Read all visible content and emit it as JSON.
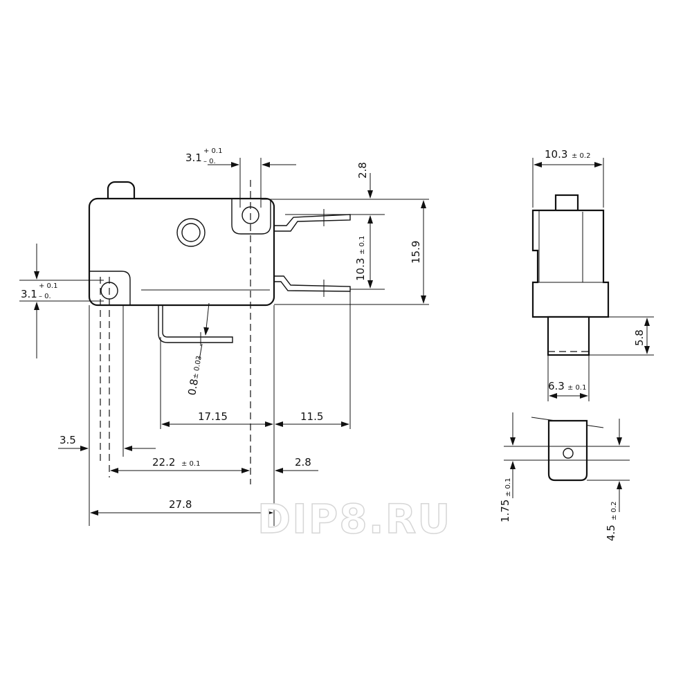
{
  "watermark": "DIP8.RU",
  "colors": {
    "line": "#111111",
    "watermark": "#d6d6d6",
    "background": "#ffffff"
  },
  "front_view": {
    "hole_top_main": "3.1",
    "hole_top_tol_plus": "+ 0.1",
    "hole_top_tol_minus": "– 0.",
    "offset_top": "2.8",
    "height_total": "15.9",
    "term_spacing": "10.3",
    "term_spacing_tol": "± 0.1",
    "hole_left_main": "3.1",
    "hole_left_tol_plus": "+ 0.1",
    "hole_left_tol_minus": "– 0.",
    "term_thickness": "0.8",
    "term_thickness_tol": "± 0.03",
    "dim_17_15": "17.15",
    "dim_11_5": "11.5",
    "dim_3_5": "3.5",
    "dim_22_2": "22.2",
    "dim_22_2_tol": "± 0.1",
    "dim_2_8": "2.8",
    "dim_27_8": "27.8"
  },
  "side_view": {
    "width": "10.3",
    "width_tol": "± 0.2",
    "term_length": "5.8",
    "term_width": "6.3",
    "term_width_tol": "± 0.1"
  },
  "terminal_detail": {
    "hole_pos": "1.75",
    "hole_pos_tol": "± 0.1",
    "tip_len": "4.5",
    "tip_len_tol": "± 0.2"
  }
}
